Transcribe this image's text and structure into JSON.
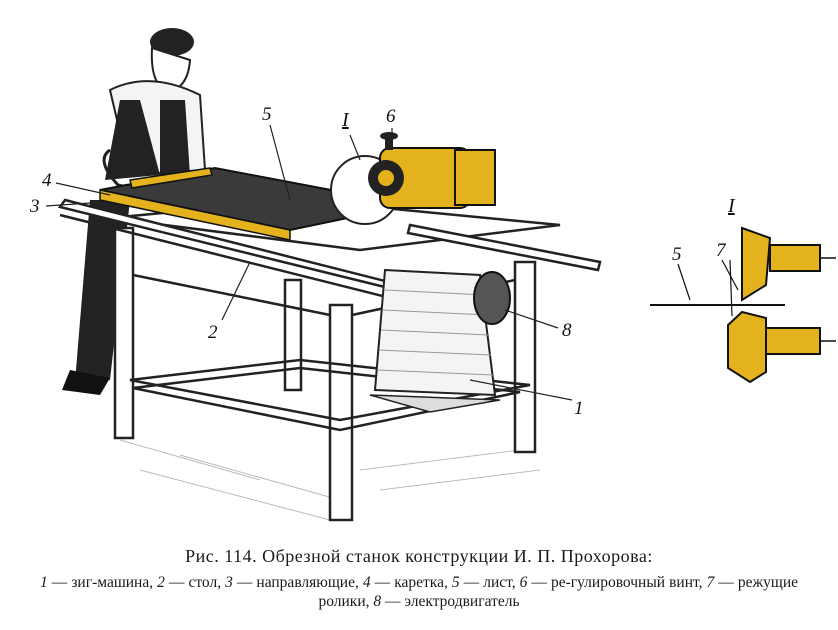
{
  "figure": {
    "callouts": {
      "n1": "1",
      "n2": "2",
      "n3": "3",
      "n4": "4",
      "n5": "5",
      "n6": "6",
      "n8": "8",
      "detail_ref": "I"
    },
    "detail": {
      "title": "I",
      "sheet": "5",
      "rollers": "7"
    },
    "colors": {
      "accent": "#e3b21c",
      "ink": "#1a1a1a",
      "paper": "#ffffff"
    }
  },
  "caption": {
    "title": "Рис. 114. Обрезной станок конструкции И. П. Прохорова:",
    "legend": [
      {
        "num": "1",
        "text": "зиг-машина,"
      },
      {
        "num": "2",
        "text": "стол,"
      },
      {
        "num": "3",
        "text": "направляющие,"
      },
      {
        "num": "4",
        "text": "каретка,"
      },
      {
        "num": "5",
        "text": "лист,"
      },
      {
        "num": "6",
        "text": "ре-гулировочный винт,"
      },
      {
        "num": "7",
        "text": "режущие ролики,"
      },
      {
        "num": "8",
        "text": "электродвигатель"
      }
    ]
  }
}
